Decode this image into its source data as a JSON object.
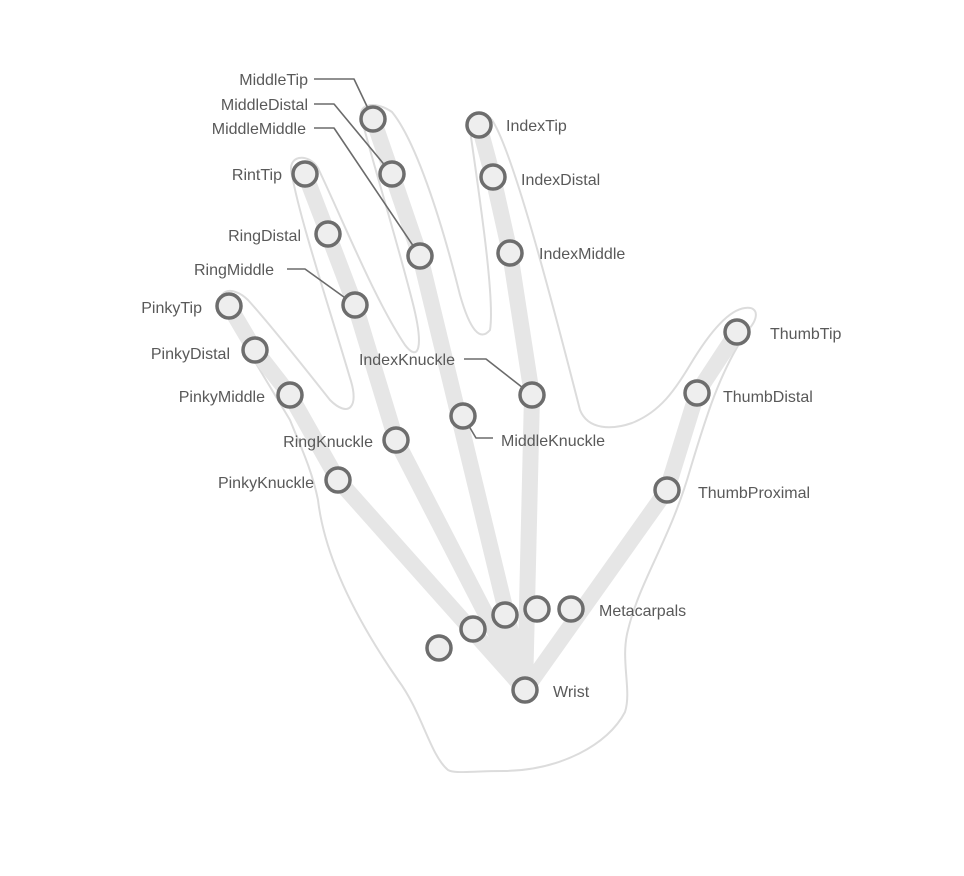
{
  "colors": {
    "outline": "#dcdcdc",
    "bone": "#e6e6e6",
    "joint_stroke": "#6d6d6d",
    "joint_fill": "#eeeeee",
    "label": "#595959",
    "leader": "#6b6b6b"
  },
  "labels": {
    "middle_tip": "MiddleTip",
    "middle_distal": "MiddleDistal",
    "middle_middle": "MiddleMiddle",
    "rint_tip": "RintTip",
    "ring_distal": "RingDistal",
    "ring_middle": "RingMiddle",
    "pinky_tip": "PinkyTip",
    "pinky_distal": "PinkyDistal",
    "pinky_middle": "PinkyMiddle",
    "ring_knuckle": "RingKnuckle",
    "pinky_knuckle": "PinkyKnuckle",
    "index_tip": "IndexTip",
    "index_distal": "IndexDistal",
    "index_middle": "IndexMiddle",
    "index_knuckle": "IndexKnuckle",
    "middle_knuckle": "MiddleKnuckle",
    "thumb_tip": "ThumbTip",
    "thumb_distal": "ThumbDistal",
    "thumb_proximal": "ThumbProximal",
    "metacarpals": "Metacarpals",
    "wrist": "Wrist"
  }
}
